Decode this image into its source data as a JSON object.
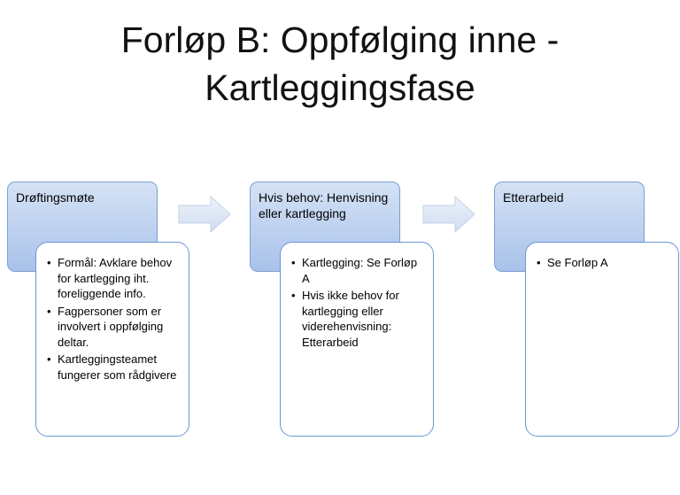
{
  "title": {
    "line1": "Forløp B: Oppfølging inne -",
    "line2": "Kartleggingsfase"
  },
  "steps": [
    {
      "heading": "Drøftingsmøte",
      "bullets": [
        "Formål: Avklare behov for kartlegging iht. foreliggende info.",
        "Fagpersoner som er involvert i oppfølging deltar.",
        "Kartleggingsteamet fungerer som rådgivere"
      ]
    },
    {
      "heading": "Hvis behov: Henvisning eller kartlegging",
      "bullets": [
        "Kartlegging: Se Forløp A",
        "Hvis ikke behov for kartlegging eller viderehenvisning: Etterarbeid"
      ]
    },
    {
      "heading": "Etterarbeid",
      "bullets": [
        "Se Forløp A"
      ]
    }
  ],
  "colors": {
    "head_fill_top": "#d5e2f5",
    "head_fill_bottom": "#a9c2ea",
    "border": "#6b97d4",
    "arrow_fill": "#dbe5f3"
  },
  "icons": [
    "right-arrow-icon",
    "right-arrow-icon"
  ]
}
